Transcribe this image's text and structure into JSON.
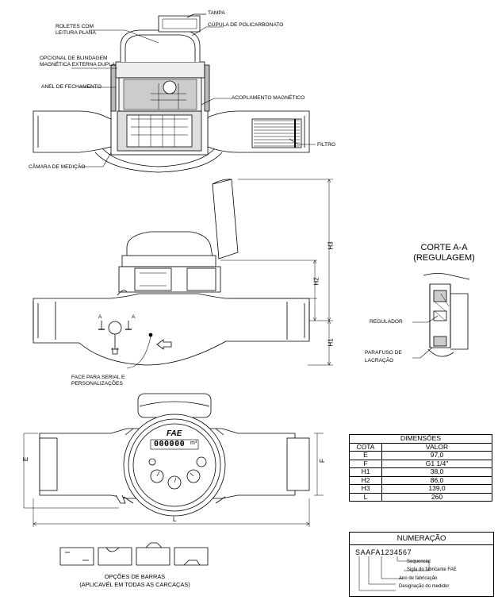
{
  "section_view_labels": {
    "tampa": "TAMPA",
    "roletes": "ROLETES COM LEITURA PLANA",
    "cupula": "CÚPULA DE POLICARBONATO",
    "blindagem": "OPCIONAL DE BLINDAGEM MAGNÉTICA EXTERNA DUPLA",
    "anel": "ANEL DE FECHAMENTO",
    "acoplamento": "ACOPLAMENTO MAGNÉTICO",
    "filtro": "FILTRO",
    "camara": "CÂMARA DE MEDIÇÃO"
  },
  "side_view": {
    "face_label": "FACE PARA SERIAL E PERSONALIZAÇÕES",
    "dim_h1": "H1",
    "dim_h2": "H2",
    "dim_h3": "H3",
    "section_marker": "A"
  },
  "corte": {
    "title_line1": "CORTE A-A",
    "title_line2": "(REGULAGEM)",
    "regulador": "REGULADOR",
    "parafuso": "PARAFUSO DE LACRAÇÃO"
  },
  "top_view": {
    "brand": "FAE",
    "counter": "000000",
    "unit": "m³",
    "dim_e": "E",
    "dim_f": "F",
    "dim_l": "L"
  },
  "dimensions_table": {
    "title": "DIMENSÕES",
    "col_cota": "COTA",
    "col_valor": "VALOR",
    "rows": [
      {
        "cota": "E",
        "valor": "97,0"
      },
      {
        "cota": "F",
        "valor": "G1 1/4\""
      },
      {
        "cota": "H1",
        "valor": "38,0"
      },
      {
        "cota": "H2",
        "valor": "86,0"
      },
      {
        "cota": "H3",
        "valor": "139,0"
      },
      {
        "cota": "L",
        "valor": "260"
      }
    ]
  },
  "numeracao": {
    "title": "NUMERAÇÃO",
    "code": "SAAFA1234567",
    "sequencial": "Sequencial",
    "sigla": "Sigla do fabricante FAE",
    "ano": "Ano de fabricação",
    "designacao": "Designação do medidor"
  },
  "barras": {
    "caption_line1": "OPÇÕES DE BARRAS",
    "caption_line2": "(APLICAVÉL EM TODAS AS CARCAÇAS)"
  }
}
